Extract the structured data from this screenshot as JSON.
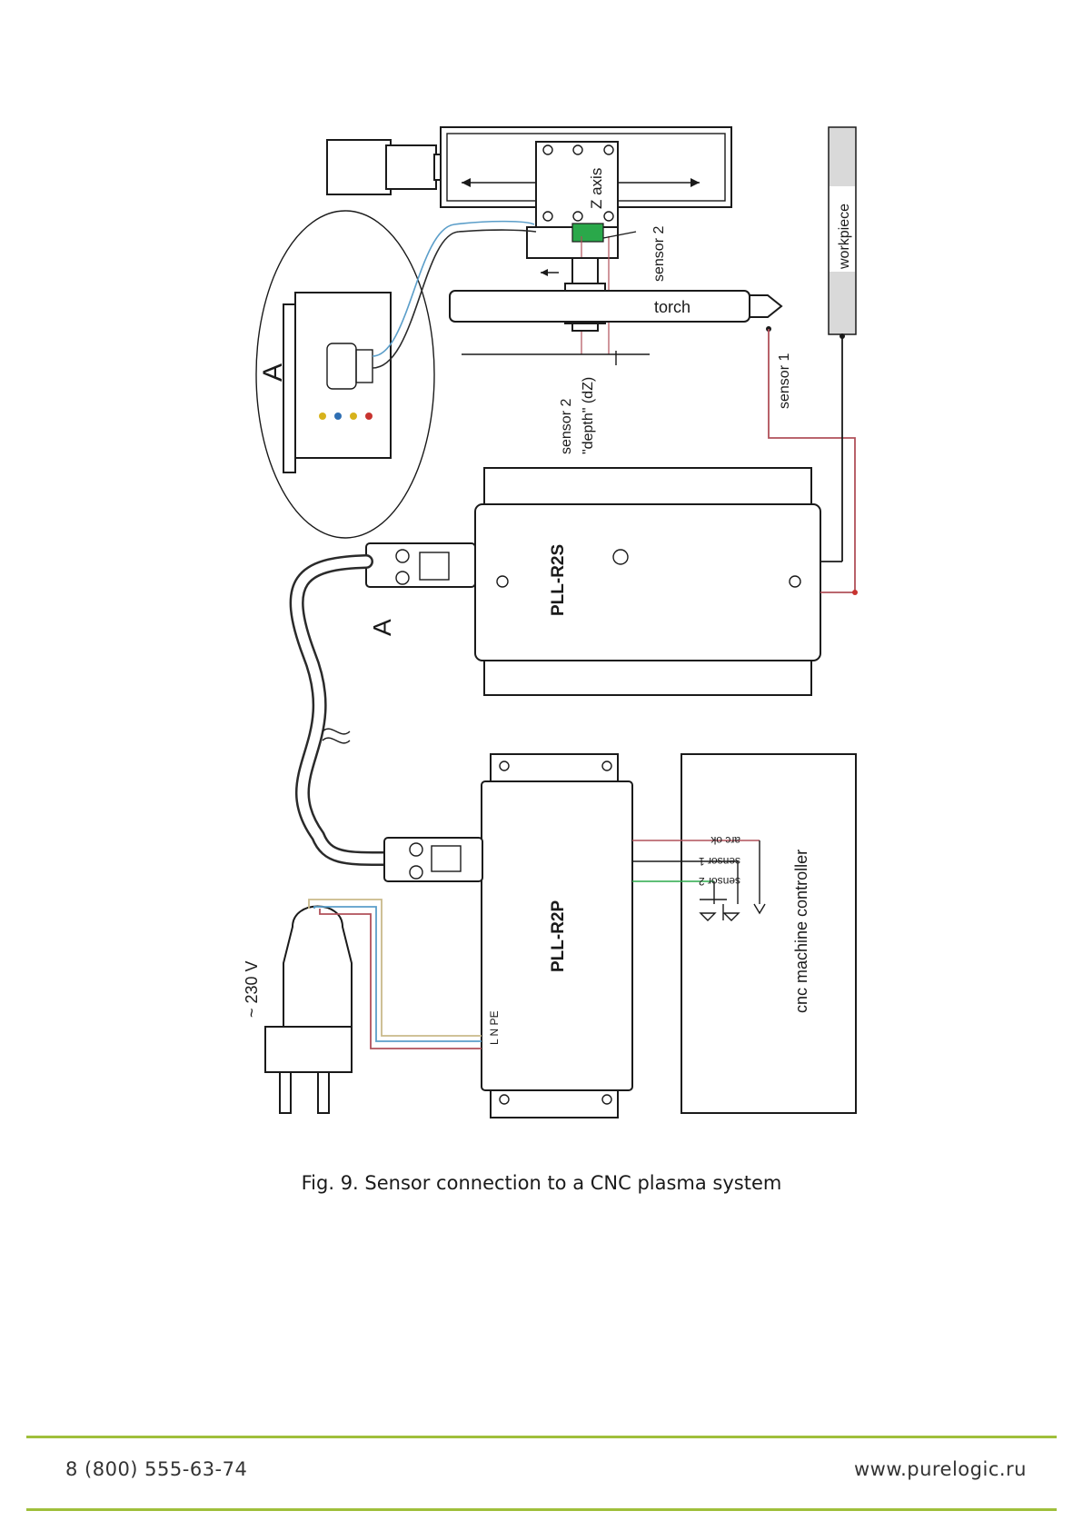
{
  "figure": {
    "caption": "Fig. 9. Sensor connection to a CNC plasma system",
    "labels": {
      "z_axis": "Z axis",
      "sensor_2": "sensor 2",
      "torch": "torch",
      "workpiece": "workpiece",
      "sensor_1": "sensor 1",
      "sensor_2_depth_line1": "sensor 2",
      "sensor_2_depth_line2": "\"depth\" (dZ)",
      "detail_a": "A",
      "view_a": "A",
      "pll_r2s": "PLL-R2S",
      "pll_r2p": "PLL-R2P",
      "voltage": "~ 230 V",
      "lnpe": "L N PE",
      "controller": "cnc machine controller",
      "pin_arc_ok": "arc ok",
      "pin_sensor_1": "sensor 1",
      "pin_sensor_2": "sensor 2"
    },
    "wire_colors": {
      "red": "#b0505a",
      "blue": "#5b9ec9",
      "tan": "#c9b98a",
      "green": "#2aa84a",
      "led_yellow": "#d7b21c",
      "led_blue": "#2f6fb3",
      "led_red": "#c8332f"
    }
  },
  "footer": {
    "phone": "8 (800) 555-63-74",
    "website": "www.purelogic.ru",
    "rule_color": "#9fbf3b"
  }
}
